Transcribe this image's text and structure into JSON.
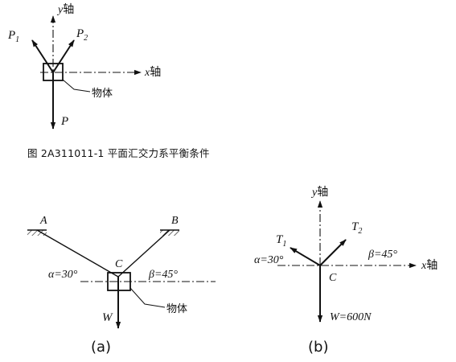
{
  "figure1": {
    "caption": "图 2A311011-1 平面汇交力系平衡条件",
    "y_axis": "y轴",
    "x_axis": "x轴",
    "p1": "P",
    "p1_sub": "1",
    "p2": "P",
    "p2_sub": "2",
    "p": "P",
    "body_label": "物体"
  },
  "figure_a": {
    "point_a": "A",
    "point_b": "B",
    "point_c": "C",
    "alpha": "α=30°",
    "beta": "β=45°",
    "w": "W",
    "body_label": "物体",
    "panel_label": "(a)"
  },
  "figure_b": {
    "y_axis": "y轴",
    "x_axis": "x轴",
    "t1": "T",
    "t1_sub": "1",
    "t2": "T",
    "t2_sub": "2",
    "alpha": "α=30°",
    "beta": "β=45°",
    "point_c": "C",
    "weight": "W=600N",
    "panel_label": "(b)"
  }
}
